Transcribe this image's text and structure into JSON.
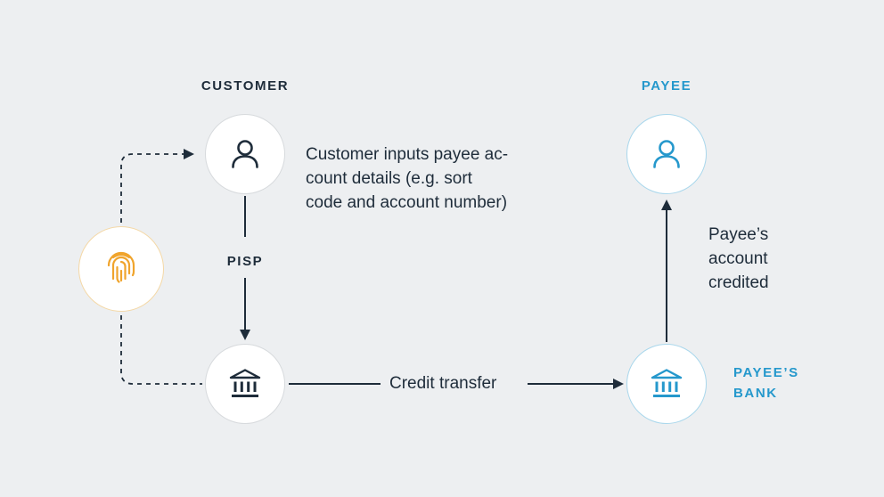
{
  "colors": {
    "background": "#edeff1",
    "dark_navy": "#1e2c3a",
    "accent_blue": "#2598cc",
    "accent_orange": "#f0a42c",
    "node_border_gray": "#d7dadd",
    "node_border_blue": "#a9d7ec",
    "node_border_orange": "#f4d8a6"
  },
  "nodes": {
    "customer": {
      "label": "CUSTOMER",
      "icon": "user-icon"
    },
    "payee": {
      "label": "PAYEE",
      "icon": "user-icon"
    },
    "pisp": {
      "label": "PISP"
    },
    "customer_bank": {
      "icon": "bank-icon"
    },
    "payees_bank": {
      "label": "PAYEE’S\nBANK",
      "icon": "bank-icon"
    },
    "authentication": {
      "icon": "fingerprint-icon"
    }
  },
  "annotations": {
    "customer_inputs": "Customer inputs payee ac-\ncount details (e.g. sort\ncode and account number)",
    "credit_transfer": "Credit transfer",
    "payee_credited": "Payee’s\naccount\ncredited"
  }
}
